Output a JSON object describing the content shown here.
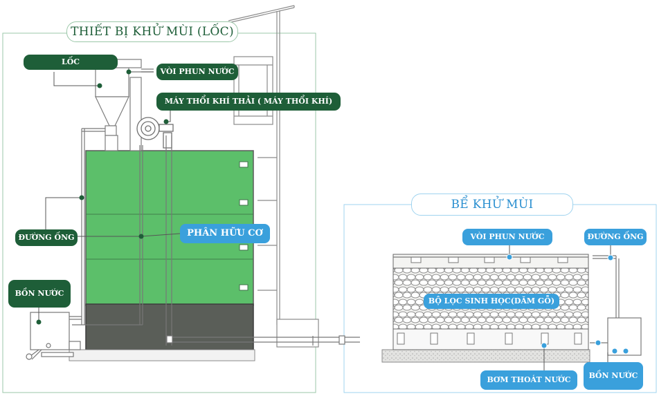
{
  "colors": {
    "dark_green": "#1e5e38",
    "compost_green": "#5cbf6a",
    "accent_blue": "#3aa0dc",
    "frame_green": "#9bc7a8",
    "frame_blue": "#9fd3ef"
  },
  "deodorizer_section": {
    "title": "THIẾT BỊ KHỬ MÙI (LỐC)",
    "labels": {
      "cyclone": "LỐC",
      "spray_nozzle": "VÒI PHUN NƯỚC",
      "exhaust_blower": "MÁY THỔI KHÍ THẢI ( MÁY THỔI KHÍ)",
      "pipeline": "ĐƯỜNG ỐNG",
      "water_tank": "BỒN NƯỚC",
      "organic_fertilizer": "PHÂN HỮU CƠ"
    }
  },
  "odor_tank_section": {
    "title": "BỂ KHỬ MÙI",
    "labels": {
      "spray_nozzle": "VÒI PHUN NƯỚC",
      "pipeline": "ĐƯỜNG ỐNG",
      "biofilter": "BỘ LỌC SINH HỌC(DĂM GỖ)",
      "drain_pump": "BƠM THOÁT NƯỚC",
      "water_tank": "BỒN NƯỚC"
    }
  }
}
